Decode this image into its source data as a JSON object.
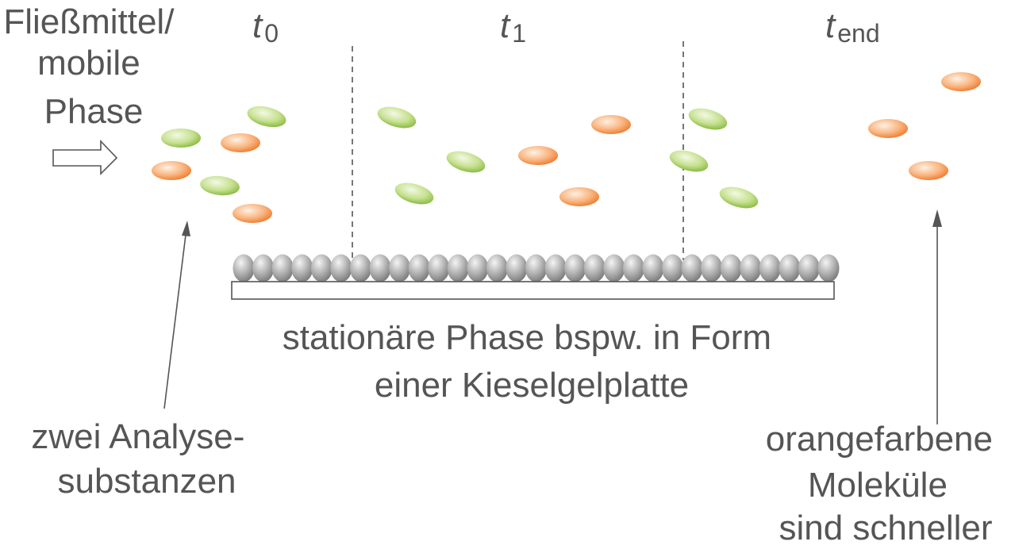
{
  "flow": {
    "lines": [
      "Fließmittel/",
      "mobile",
      "Phase"
    ]
  },
  "time_labels": [
    {
      "var": "t",
      "sub": "0"
    },
    {
      "var": "t",
      "sub": "1"
    },
    {
      "var": "t",
      "sub": "end"
    }
  ],
  "stationary": {
    "lines": [
      "stationäre Phase bspw. in Form",
      "einer Kieselgelplatte"
    ]
  },
  "substances_caption": {
    "lines": [
      "zwei Analyse-",
      "substanzen"
    ]
  },
  "result_caption": {
    "lines": [
      "orangefarbene",
      "Moleküle",
      "sind schneller"
    ]
  },
  "colors": {
    "text": "#555555",
    "green_molecule": "#8cc23c",
    "orange_molecule": "#f07d2a",
    "bead": "#8a8a8a",
    "divider": "#555555"
  },
  "icons": {
    "flow_arrow": "outline-right-arrow",
    "pointer_arrows": "thin-up-arrow"
  }
}
